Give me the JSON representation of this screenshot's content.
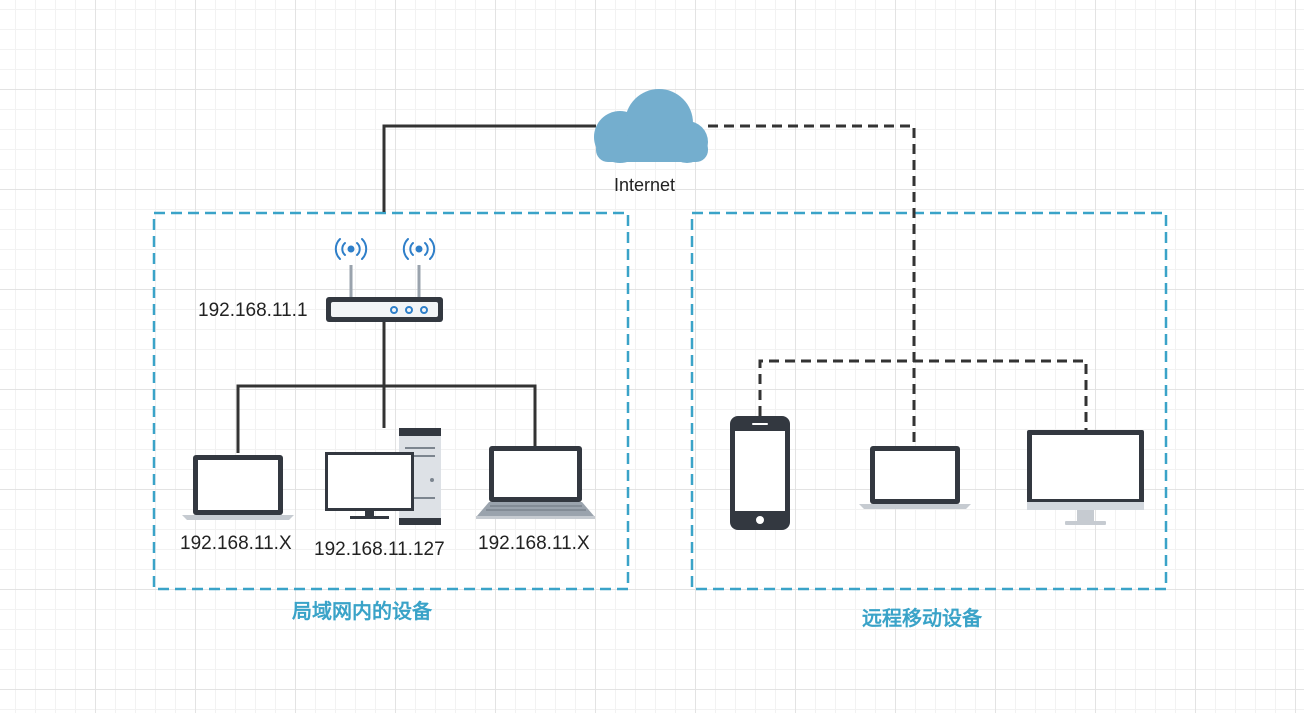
{
  "colors": {
    "group_border": "#3aa3c8",
    "group_label": "#3aa3c8",
    "cloud": "#74aece",
    "link": "#333333",
    "device_dark": "#333840",
    "device_light": "#d3d8de",
    "led": "#2f7fc9"
  },
  "internet": {
    "label": "Internet",
    "icon": "cloud-icon"
  },
  "router": {
    "label": "192.168.11.1",
    "icon": "router-icon"
  },
  "lan": {
    "title": "局域网内的设备",
    "devices": [
      {
        "icon": "laptop-icon",
        "label": "192.168.11.X"
      },
      {
        "icon": "desktop-pc-icon",
        "label": "192.168.11.127"
      },
      {
        "icon": "laptop-icon",
        "label": "192.168.11.X"
      }
    ]
  },
  "remote": {
    "title": "远程移动设备",
    "devices": [
      {
        "icon": "smartphone-icon"
      },
      {
        "icon": "laptop-icon"
      },
      {
        "icon": "monitor-icon"
      }
    ]
  }
}
